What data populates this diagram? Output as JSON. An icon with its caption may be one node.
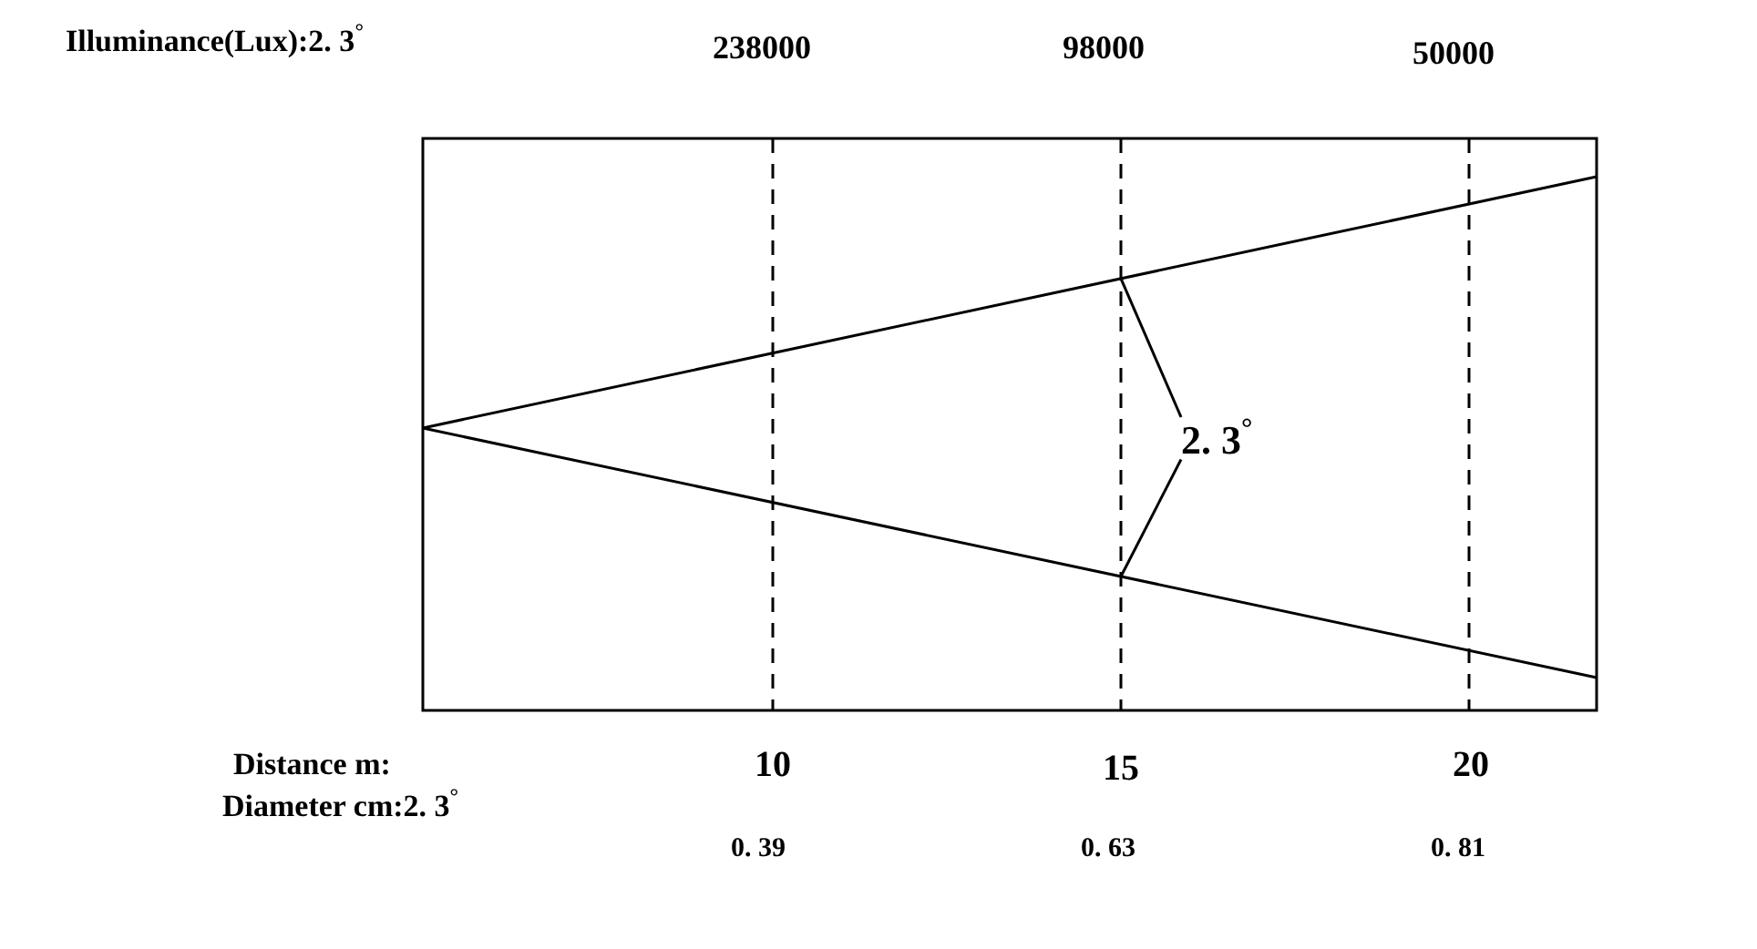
{
  "diagram": {
    "nodes": [
      {
        "text": [
          "2. 3$^{°}$"
        ]
      },
      {
        "text": [],
        "shape": "line"
      },
      {
        "text": [],
        "shape": "line"
      }
    ],
    "edges": [
      {
        "from": 0,
        "to": 1,
        "arrow": "none"
      },
      {
        "from": 0,
        "to": 2,
        "arrow": "none"
      }
    ],
    "labels": [
      "Illuminance(Lux):2. 3$^{°}$",
      "238000",
      "98000",
      "50000",
      "Distance m:",
      "10",
      "15",
      "20",
      "Diameter cm:2. 3$^{°}$",
      "0. 39",
      "0. 63",
      "0. 81"
    ]
  }
}
